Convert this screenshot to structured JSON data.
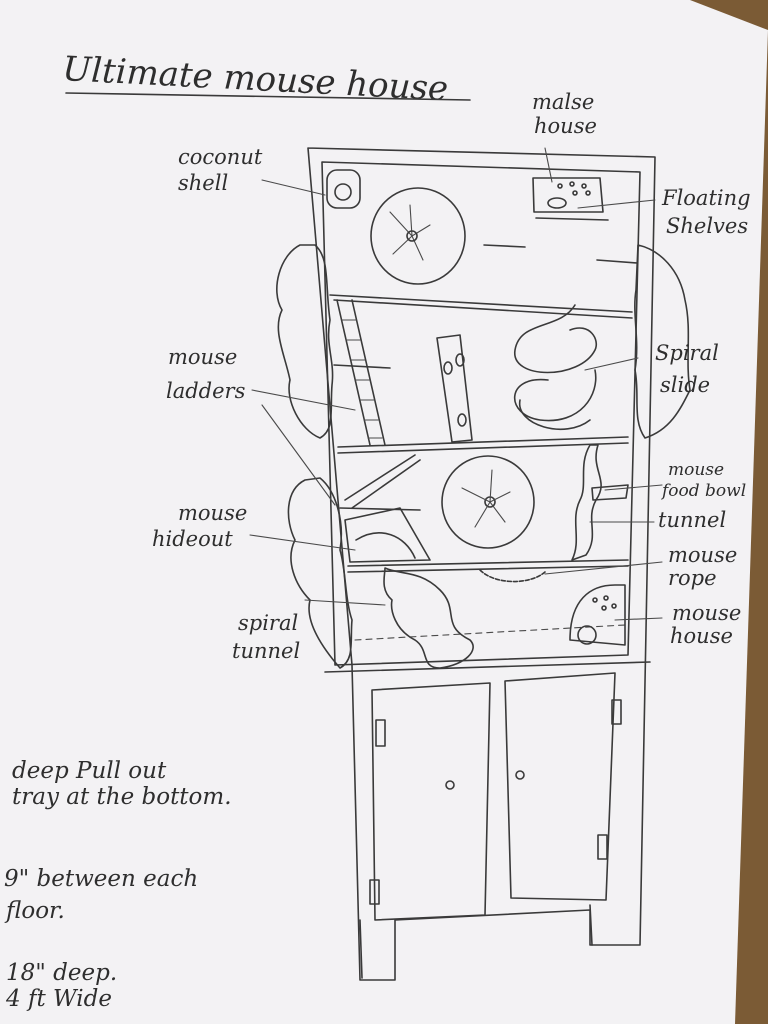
{
  "title": "Ultimate mouse house",
  "labels": {
    "coconut_shell": [
      "coconut",
      "shell"
    ],
    "malse_house": [
      "malse",
      "house"
    ],
    "floating_shelves": [
      "Floating",
      "Shelves"
    ],
    "mouse_ladders": [
      "mouse",
      "ladders"
    ],
    "spiral_slide": [
      "Spiral",
      "slide"
    ],
    "mouse_food_bowl": [
      "mouse",
      "food bowl"
    ],
    "tunnel": "tunnel",
    "mouse_hideout": [
      "mouse",
      "hideout"
    ],
    "mouse_rope": [
      "mouse",
      "rope"
    ],
    "spiral_tunnel": [
      "spiral",
      "tunnel"
    ],
    "mouse_house": [
      "mouse",
      "house"
    ]
  },
  "notes": {
    "tray": [
      "deep Pull out",
      "tray at the bottom."
    ],
    "floors": [
      "9\" between each",
      "floor."
    ],
    "dims": [
      "18\" deep.",
      "4 ft Wide"
    ]
  },
  "colors": {
    "paper": "#f4f3f4",
    "ink": "#3a3a3a",
    "background": "#7a5a34"
  }
}
